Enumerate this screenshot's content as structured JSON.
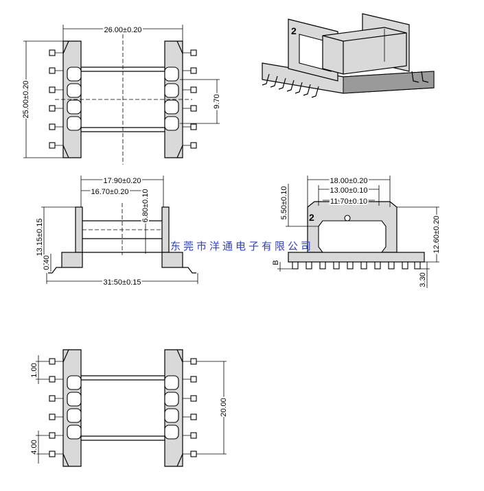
{
  "top_view": {
    "width_dim": "26.00±0.20",
    "height_dim": "25.00±0.20",
    "window_dim": "9.70"
  },
  "front_view": {
    "dim_outer": "17.90±0.20",
    "dim_inner": "16.70±0.20",
    "dim_window": "6.80±0.10",
    "dim_height": "13.15±0.15",
    "dim_base": "0.40",
    "dim_span": "31.50±0.15"
  },
  "side_view": {
    "dim_outer": "18.00±0.20",
    "dim_mid": "13.00±0.10",
    "dim_inner": "11.70±0.10",
    "dim_top": "5.50±0.10",
    "dim_height": "12.60±0.20",
    "dim_pin": "3.30",
    "label_b": "B",
    "pin1_marker": "2"
  },
  "bottom_view": {
    "dim_pitch": "1.00",
    "dim_offset": "4.00",
    "dim_span": "20.00"
  },
  "iso_view": {
    "pin1_marker": "2"
  },
  "watermark": "东莞市洋通电子有限公司"
}
